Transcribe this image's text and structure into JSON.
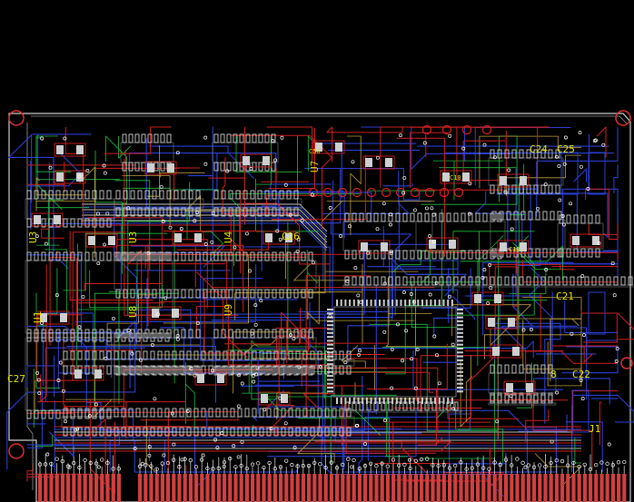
{
  "colors": {
    "background": "#000000",
    "outline": "#cfcfcf",
    "silkscreen": "#e6e600",
    "pad": "#cfcfcf",
    "trace_top": "#d02020",
    "trace_bottom": "#2a3fd0",
    "trace_inner1": "#20c040",
    "trace_inner2": "#c0a040",
    "via": "#ffffff",
    "mount_hole": "#e03030",
    "gold_finger": "#d04040"
  },
  "silkscreen_labels": {
    "c24": "C24",
    "c25": "C25",
    "c21": "C21",
    "c22": "C22",
    "c27": "C27",
    "c26": "C26",
    "u3": "U3",
    "u4": "U4",
    "u7": "U7",
    "u8": "U8",
    "u9": "U9",
    "u1": "U1",
    "j1": "J1",
    "c50": "C50",
    "c10": "C10",
    "c18": "C18",
    "c8": "8"
  }
}
